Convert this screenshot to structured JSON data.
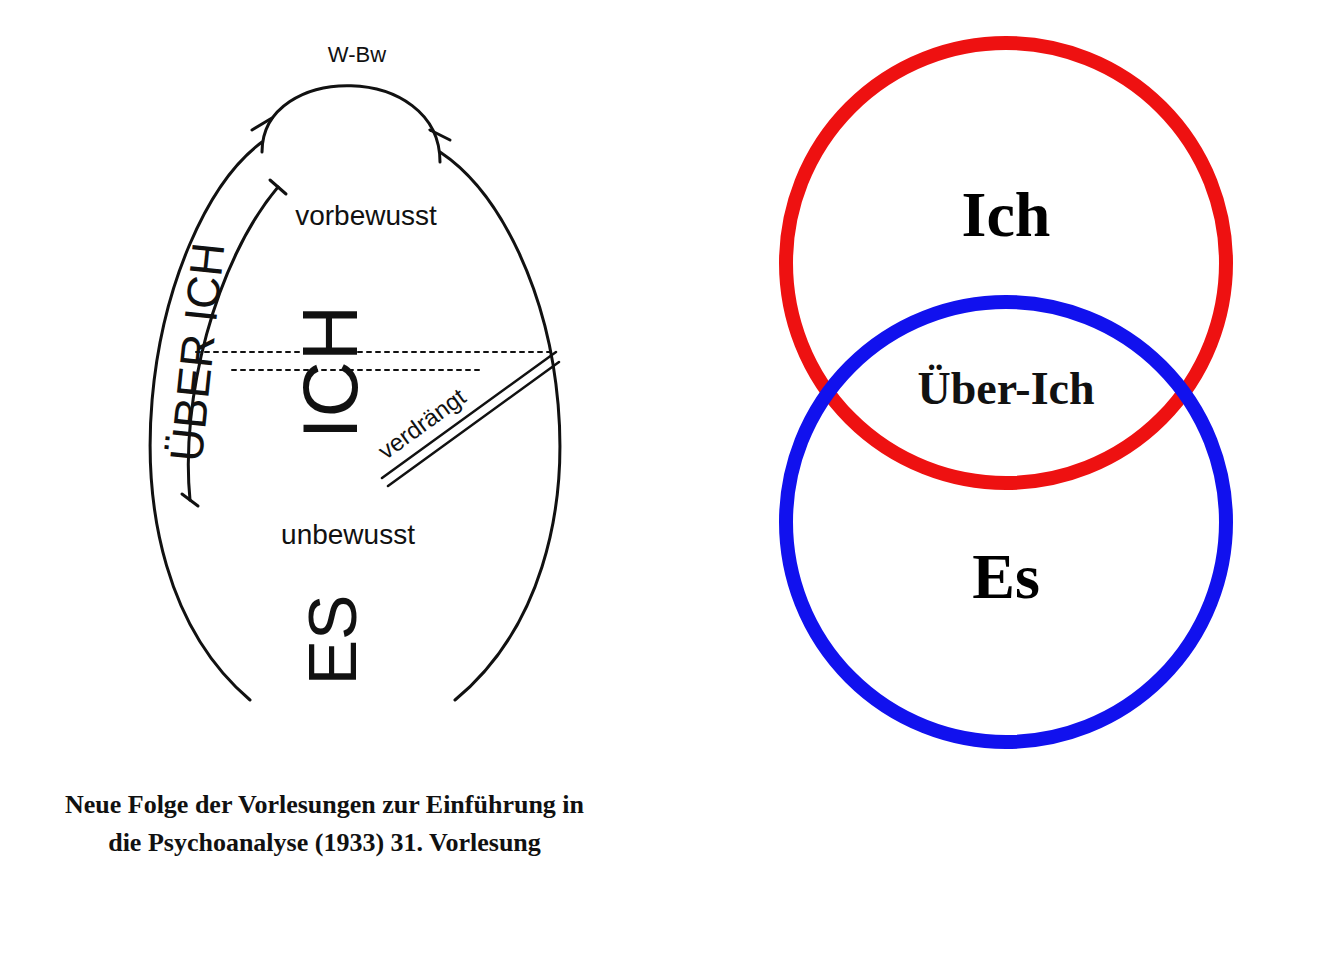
{
  "diagram": {
    "caption": "Neue Folge der Vorlesungen zur Einführung in die Psychoanalyse (1933) 31. Vorlesung",
    "nodes": [
      {
        "text": [
          "Ich"
        ]
      },
      {
        "text": [
          "Es"
        ]
      }
    ],
    "labels": [
      "W-Bw",
      "ÜBER ICH",
      "vorbewusst",
      "ICH",
      "verdrängt",
      "unbewusst",
      "ES",
      "Über-Ich"
    ]
  }
}
